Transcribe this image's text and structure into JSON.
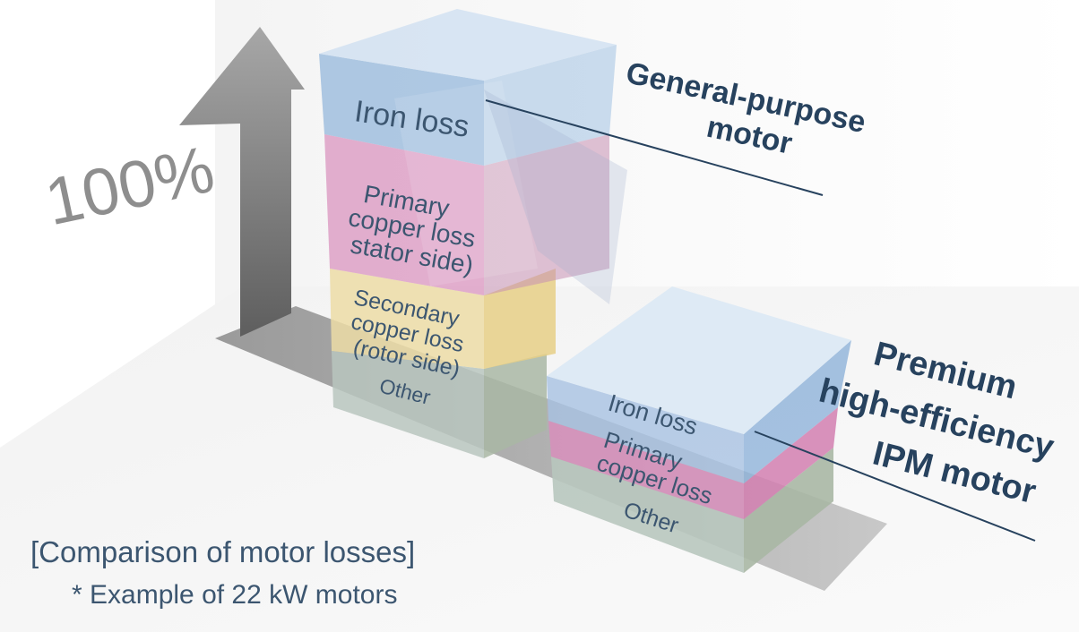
{
  "diagram": {
    "percent_label": "100%",
    "general_motor": {
      "name_line1": "General-purpose",
      "name_line2": "motor",
      "segments": {
        "iron_loss": "Iron loss",
        "primary_copper": [
          "Primary",
          "copper loss",
          "stator side)"
        ],
        "secondary_copper": [
          "Secondary",
          "copper loss",
          "(rotor side)"
        ],
        "other": "Other"
      }
    },
    "ipm_motor": {
      "name_line1": "Premium",
      "name_line2": "high-efficiency",
      "name_line3": "IPM motor",
      "segments": {
        "iron_loss": "Iron loss",
        "primary_copper": [
          "Primary",
          "copper loss"
        ],
        "other": "Other"
      }
    },
    "caption": {
      "title": "[Comparison of motor losses]",
      "note": "* Example of 22 kW motors"
    },
    "colors": {
      "iron": "#8fb3da",
      "primary": "#d88fbc",
      "secondary": "#ecdca6",
      "other": "#b8c6be",
      "label_text": "#3c5670",
      "name_text": "#27425e",
      "arrow": "#8a8a8a"
    }
  }
}
